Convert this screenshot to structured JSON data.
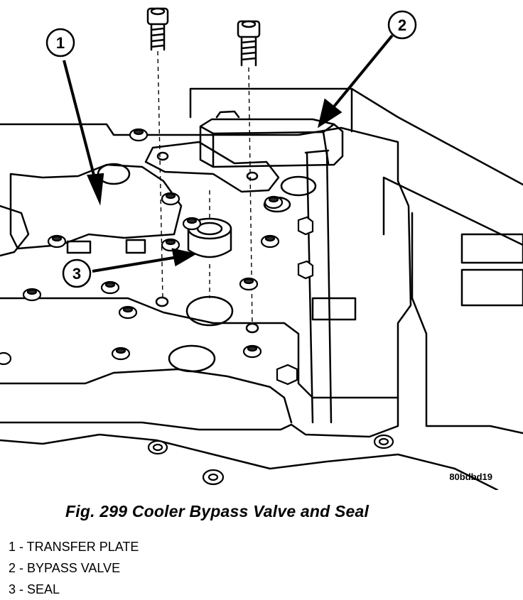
{
  "figure": {
    "code": "80bdbd19",
    "caption": "Fig. 299 Cooler Bypass Valve and Seal"
  },
  "callouts": [
    {
      "number": "1",
      "label": "TRANSFER PLATE",
      "legend_text": "1 - TRANSFER PLATE"
    },
    {
      "number": "2",
      "label": "BYPASS VALVE",
      "legend_text": "2 - BYPASS VALVE"
    },
    {
      "number": "3",
      "label": "SEAL",
      "legend_text": "3 - SEAL"
    }
  ],
  "colors": {
    "ink": "#000000",
    "paper": "#ffffff",
    "shade": "#2a2a2a"
  }
}
